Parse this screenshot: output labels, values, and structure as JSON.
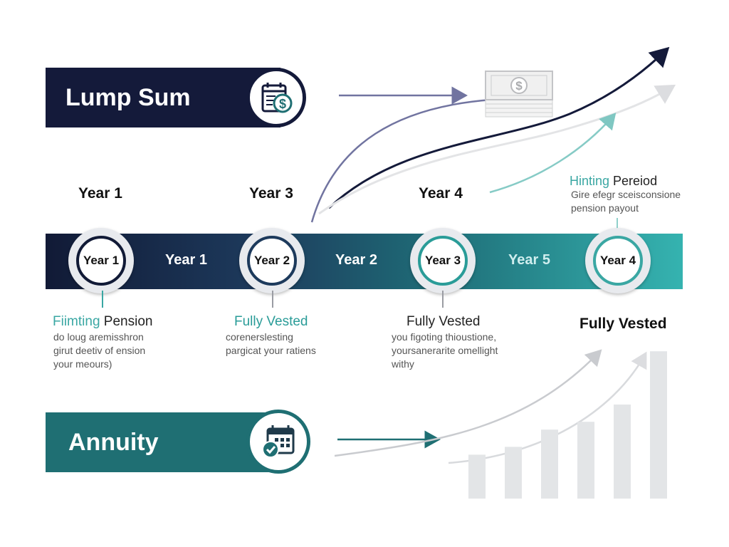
{
  "lump_sum": {
    "title": "Lump Sum",
    "icon": "calendar-dollar-icon"
  },
  "annuity": {
    "title": "Annuity",
    "icon": "calendar-check-icon"
  },
  "money_icon": "money-stack-icon",
  "top_years": [
    "Year 1",
    "Year 3",
    "Year 4"
  ],
  "timeline": {
    "nodes": [
      "Year 1",
      "Year 2",
      "Year 3",
      "Year 4"
    ],
    "segments": [
      "Year 1",
      "Year 2",
      "Year 5"
    ]
  },
  "descriptions": [
    {
      "title_accent": "Fiimting",
      "title_rest": " Pension",
      "lines": [
        "do loug aremisshron",
        "girut deetiv of ension",
        "your meours)"
      ]
    },
    {
      "title_accent": "Fully Vested",
      "title_rest": "",
      "lines": [
        "corenerslesting",
        "pargicat your ratiens"
      ]
    },
    {
      "title_accent": "",
      "title_rest": "Fully Vested",
      "lines": [
        "you figoting thioustione,",
        "yoursanerarite omellight",
        "withy"
      ]
    },
    {
      "title_accent": "",
      "title_rest": "Fully Vested",
      "lines": []
    }
  ],
  "hinting": {
    "title_accent": "Hinting",
    "title_rest": " Pereiod",
    "lines": [
      "Gire efegr sceisconsione",
      "pension payout"
    ]
  },
  "colors": {
    "navy": "#141a3a",
    "teal": "#1f6f73",
    "accent_teal": "#3aa7a3",
    "slate": "#6b6f9a",
    "light_gray": "#e3e5e7"
  },
  "bar_chart": {
    "type": "bar",
    "values": [
      0.28,
      0.33,
      0.44,
      0.49,
      0.6,
      0.94
    ]
  }
}
